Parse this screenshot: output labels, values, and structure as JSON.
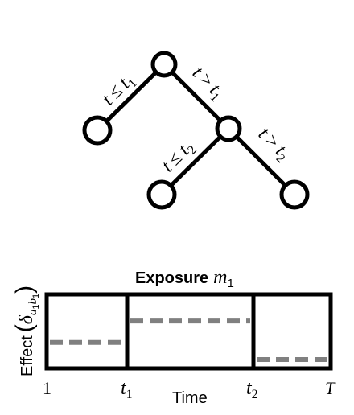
{
  "tree": {
    "branches": {
      "root_left": {
        "lhs": "t",
        "op": "≤",
        "var": "t",
        "sub": "1"
      },
      "root_right": {
        "lhs": "t",
        "op": ">",
        "var": "t",
        "sub": "1"
      },
      "mid_left": {
        "lhs": "t",
        "op": "≤",
        "var": "t",
        "sub": "2"
      },
      "mid_right": {
        "lhs": "t",
        "op": ">",
        "var": "t",
        "sub": "2"
      }
    }
  },
  "panel": {
    "title_word": "Exposure",
    "title_var": "m",
    "title_sub": "1",
    "ylabel_word": "Effect",
    "ylabel_delta": "δ",
    "ylabel_sub_a": "a",
    "ylabel_sub_a1": "1",
    "ylabel_sub_b": "b",
    "ylabel_sub_b1": "1",
    "xlabel": "Time",
    "ticks": {
      "start": "1",
      "t1_var": "t",
      "t1_sub": "1",
      "t2_var": "t",
      "t2_sub": "2",
      "end": "T"
    }
  },
  "chart_data": {
    "type": "step",
    "segments": [
      {
        "from": "1",
        "to": "t1",
        "effect_relative": 0.35
      },
      {
        "from": "t1",
        "to": "t2",
        "effect_relative": 0.64
      },
      {
        "from": "t2",
        "to": "T",
        "effect_relative": 0.12
      }
    ]
  },
  "colors": {
    "line": "#000000",
    "dash": "#808080",
    "node_fill": "#ffffff"
  }
}
